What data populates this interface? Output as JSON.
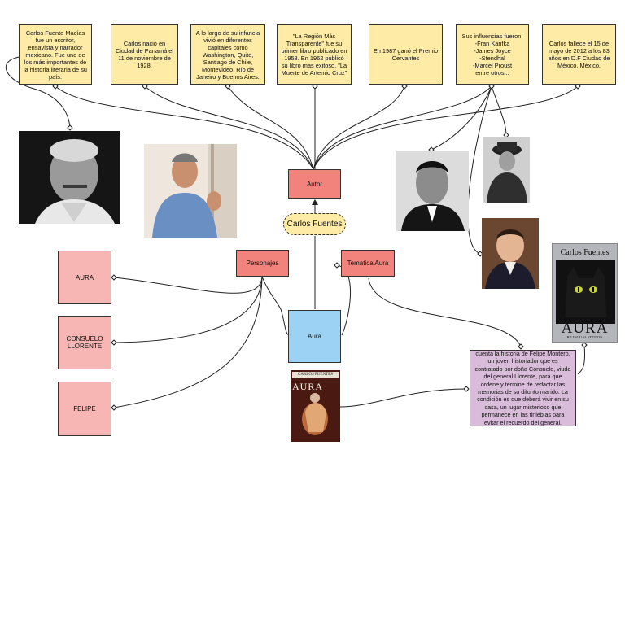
{
  "center": {
    "label": "Carlos Fuentes"
  },
  "nodes": {
    "autor": "Autor",
    "aura": "Aura",
    "personajes": "Personajes",
    "tematica": "Tematica Aura"
  },
  "characters": [
    "AURA",
    "CONSUELO\nLLORENTE",
    "FELIPE"
  ],
  "notes": [
    "Carlos Fuente Macías fue un escritor, ensayista y narrador mexicano. Fue uno de los más importantes de la historia literaria de su país.",
    "Carlos nació en Ciudad de Panamá el 11 de noviembre de 1928.",
    "A lo largo de su infancia vivió en diferentes capitales como Washington, Quito, Santiago de Chile, Montevideo, Río de Janeiro y Buenos Aires.",
    "\"La Región Más Transparente\" fue su primer libro publicado en 1958. En 1962 publicó su libro mas exitoso, \"La Muerte de Artemio Cruz\"",
    "En 1987 ganó el Premio Cervantes",
    "Sus influencias fueron:\n-Fran Kanfka\n-James Joyce\n-Stendhal\n-Marcel Proust\nentre otros...",
    "Carlos fallece el 15 de mayo de 2012 a los 83 años en D.F Ciudad de México, México."
  ],
  "summary": "cuenta la historia de Felipe Montero, un joven historiador que es contratado por doña Consuelo, viuda del general Llorente, para que ordene y termine de redactar las memorias de su difunto marido. La condición es que deberá vivir en su casa, un lugar misterioso que permanece en las tinieblas para evitar el recuerdo del general.",
  "book_small": {
    "author": "CARLOS FUENTES",
    "title": "AURA"
  },
  "book_large": {
    "author": "Carlos Fuentes",
    "title": "AURA",
    "edition": "BILINGUAL EDITION"
  },
  "colors": {
    "note": "#fdeba6",
    "autor": "#f2837c",
    "character": "#f7b6b4",
    "aura": "#9cd3f4",
    "summary": "#d9bcd9"
  },
  "photo_icons": [
    "portrait-photo-fuentes",
    "portrait-photo-fuentes-window",
    "portrait-photo-kafka",
    "portrait-photo-joyce",
    "portrait-photo-stendhal"
  ]
}
